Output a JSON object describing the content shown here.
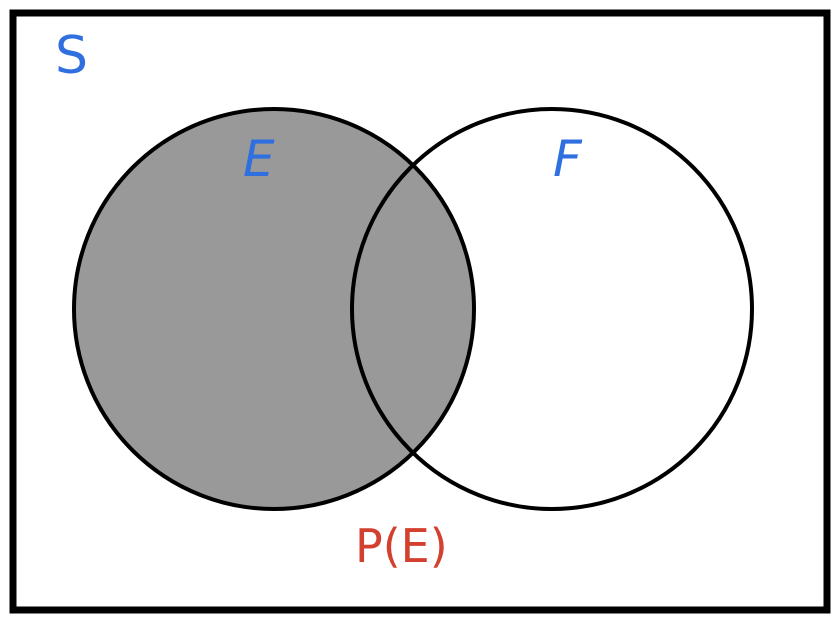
{
  "diagram": {
    "type": "venn",
    "universal_set_label": "S",
    "sets": [
      {
        "id": "E",
        "label": "E",
        "shaded": true
      },
      {
        "id": "F",
        "label": "F",
        "shaded": false
      }
    ],
    "shaded_region_label": "P(E)",
    "colors": {
      "set_label": "#2f6fe0",
      "region_label": "#d44030",
      "shade_fill": "#999999",
      "outline": "#000000",
      "background": "#ffffff"
    }
  }
}
